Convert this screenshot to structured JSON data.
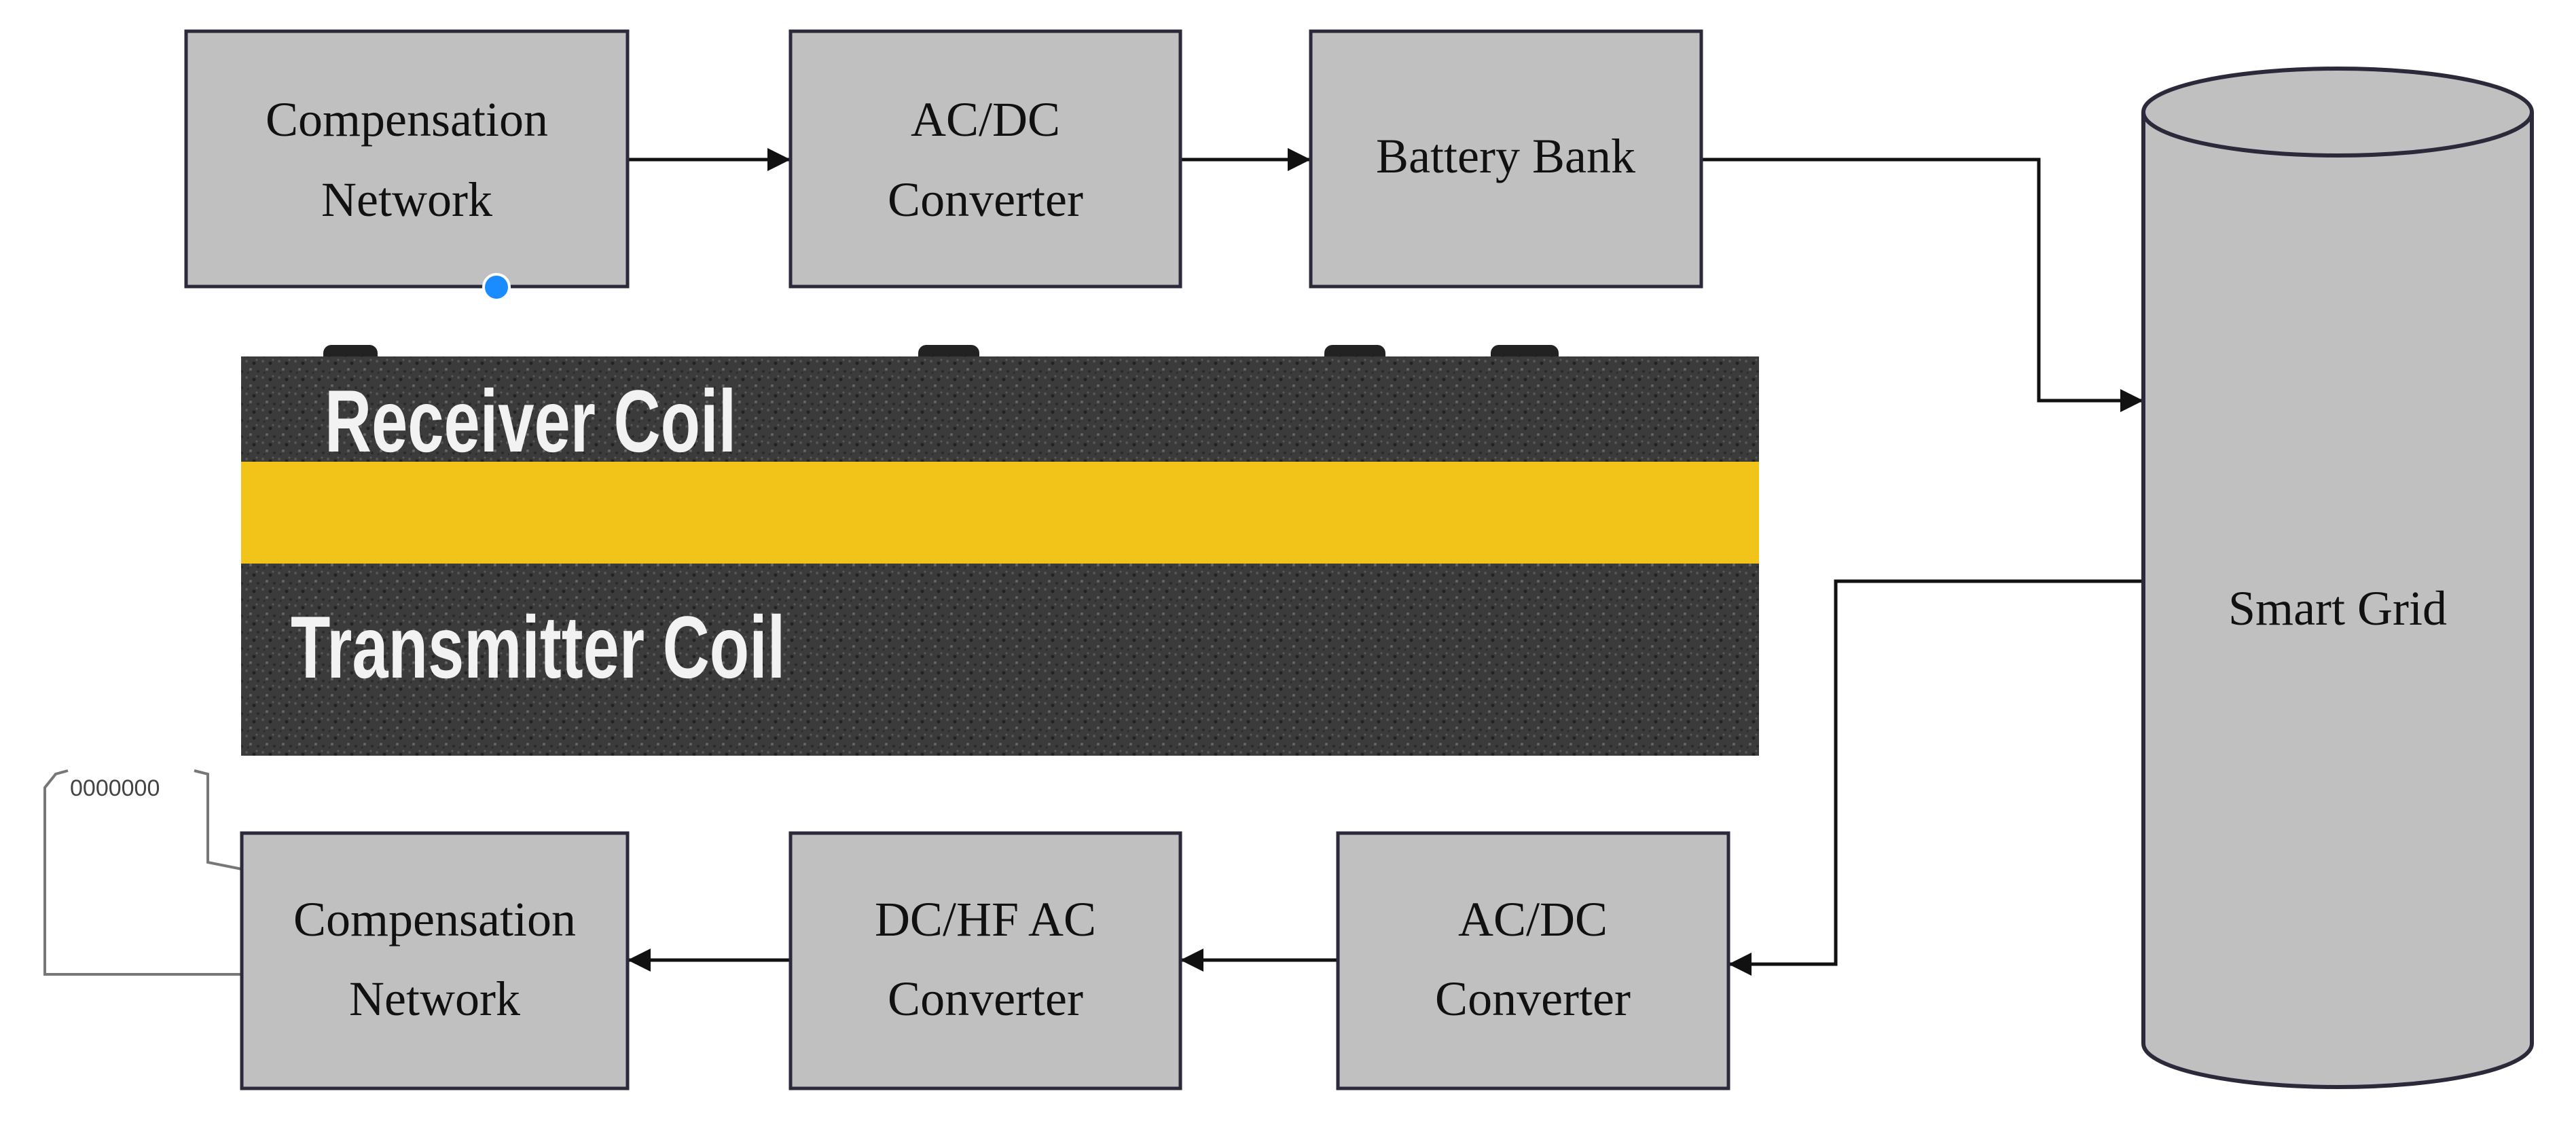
{
  "colors": {
    "box_fill": "#c0c0c0",
    "box_stroke": "#2a2a3a",
    "arrow": "#111111",
    "road": "#3a3a3a",
    "stripe": "#f2c318",
    "handle": "#1a8cff"
  },
  "top_row": {
    "compensation_network": [
      "Compensation",
      "Network"
    ],
    "ac_dc_converter": [
      "AC/DC",
      "Converter"
    ],
    "battery_bank": [
      "Battery Bank"
    ]
  },
  "bottom_row": {
    "compensation_network": [
      "Compensation",
      "Network"
    ],
    "dc_hf_ac_converter": [
      "DC/HF AC",
      "Converter"
    ],
    "ac_dc_converter": [
      "AC/DC",
      "Converter"
    ]
  },
  "smart_grid": {
    "label": "Smart Grid"
  },
  "road_image": {
    "receiver_label": "Receiver Coil",
    "transmitter_label": "Transmitter Coil"
  },
  "coil_symbol": {
    "text": "0000000"
  },
  "icons": {
    "selection_handle": "selection-handle-icon",
    "coil": "coil-icon"
  }
}
